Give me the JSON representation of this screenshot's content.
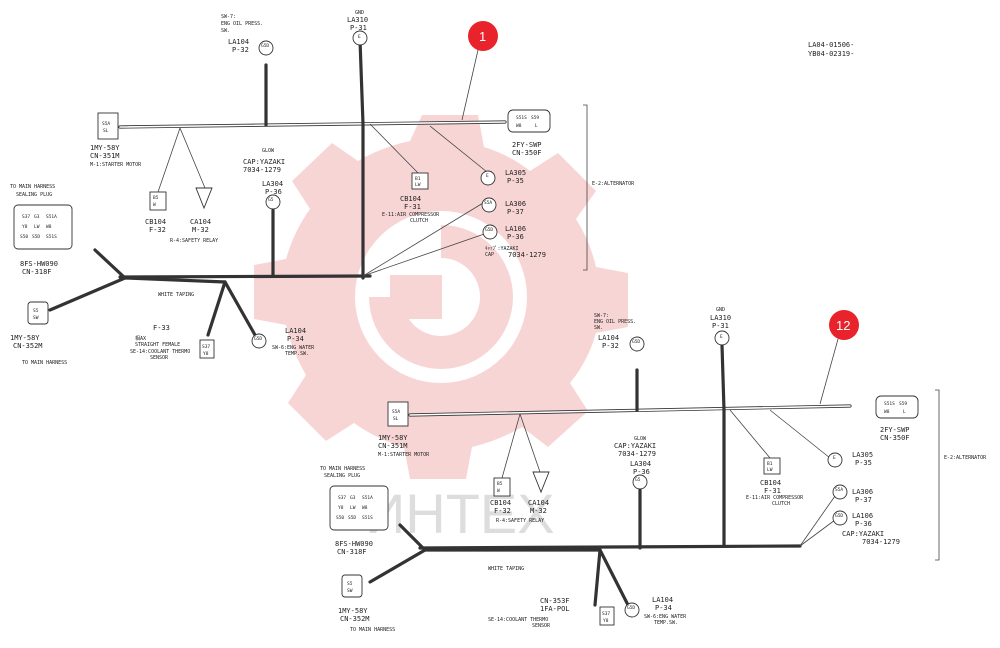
{
  "doc_codes": [
    "LA04-01506-",
    "YB04-02319-"
  ],
  "brand": {
    "watermark": "ИНТЕХ",
    "accent": "#e8232b",
    "gear": "#f3b4b4"
  },
  "badges": [
    "1",
    "12"
  ],
  "top": {
    "sw7": [
      "SW-7:",
      "ENG OIL PRESS.",
      "SW."
    ],
    "la104_p32": [
      "LA104",
      "P-32"
    ],
    "gnd": [
      "GND",
      "LA310",
      "P-31"
    ],
    "cn351": [
      "1MY-58Y",
      "CN-351M",
      "M-1:STARTER MOTOR"
    ],
    "cn350": [
      "2FY-SWP",
      "CN-350F"
    ],
    "glow": [
      "GLOW",
      "CAP:YAZAKI",
      "7034-1279"
    ],
    "la304": [
      "LA304",
      "P-36"
    ],
    "cb104_f31": [
      "CB104",
      "F-31",
      "E-11:AIR COMPRESSOR",
      "CLUTCH"
    ],
    "la305": [
      "LA305",
      "P-35"
    ],
    "la306": [
      "LA306",
      "P-37"
    ],
    "la106": [
      "LA106",
      "P-36"
    ],
    "cap_jp": [
      "ｷｬｯﾌﾟ:YAZAKI",
      "CAP",
      "7034-1279"
    ],
    "e2": "E-2:ALTERNATOR",
    "main_plug": [
      "TO MAIN HARNESS",
      "SEALING PLUG"
    ],
    "cb104_f32": [
      "CB104",
      "F-32"
    ],
    "ca104": [
      "CA104",
      "M-32"
    ],
    "r4": "R-4:SAFETY RELAY",
    "cn318": [
      "8FS-HW090",
      "CN-318F"
    ],
    "white_taping": "WHITE TAPING",
    "cn352": [
      "1MY-58Y",
      "CN-352M"
    ],
    "to_main": "TO MAIN HARNESS",
    "f33": "F-33",
    "se14": [
      "相AX",
      "STRAIGHT FEMALE",
      "SE-14:COOLANT THERMO",
      "SENSOR"
    ],
    "la104_p34": [
      "LA104",
      "P-34",
      "SW-6:ENG WATER",
      "TEMP.SW."
    ]
  },
  "bottom": {
    "sw7": [
      "SW-7:",
      "ENG OIL PRESS.",
      "SW."
    ],
    "la104_p32": [
      "LA104",
      "P-32"
    ],
    "gnd": [
      "GND",
      "LA310",
      "P-31"
    ],
    "cn351": [
      "1MY-58Y",
      "CN-351M",
      "M-1:STARTER MOTOR"
    ],
    "cn350": [
      "2FY-SWP",
      "CN-350F"
    ],
    "glow": [
      "GLOW",
      "CAP:YAZAKI",
      "7034-1279"
    ],
    "la304": [
      "LA304",
      "P-36"
    ],
    "cb104_f31": [
      "CB104",
      "F-31",
      "E-11:AIR COMPRESSOR",
      "CLUTCH"
    ],
    "la305": [
      "LA305",
      "P-35"
    ],
    "la306": [
      "LA306",
      "P-37"
    ],
    "la106": [
      "LA106",
      "P-36"
    ],
    "cap": [
      "CAP:YAZAKI",
      "7034-1279"
    ],
    "e2": "E-2:ALTERNATOR",
    "main_plug": [
      "TO MAIN HARNESS",
      "SEALING PLUG"
    ],
    "cb104_f32": [
      "CB104",
      "F-32"
    ],
    "ca104": [
      "CA104",
      "M-32"
    ],
    "r4": "R-4:SAFETY RELAY",
    "cn318": [
      "8FS-HW090",
      "CN-318F"
    ],
    "white_taping": "WHITE TAPING",
    "cn352": [
      "1MY-58Y",
      "CN-352M"
    ],
    "to_main": "TO MAIN HARNESS",
    "cn353": [
      "CN-353F",
      "1FA-POL"
    ],
    "se14": [
      "SE-14:COOLANT THERMO",
      "SENSOR"
    ],
    "la104_p34": [
      "LA104",
      "P-34",
      "SW-6:ENG WATER",
      "TEMP.SW."
    ]
  },
  "codes": {
    "g5": [
      "G5D",
      "G"
    ],
    "s5a": [
      "S5A"
    ],
    "conn_s5a": [
      "S5A",
      "SL"
    ],
    "alt": [
      "S51S",
      "W8",
      "S59",
      "L"
    ],
    "b5": [
      "B5",
      "W"
    ],
    "relay": [
      "S51A",
      "W4"
    ],
    "g5sw": [
      "G5",
      "SW"
    ],
    "b1": [
      "B1",
      "LW"
    ],
    "e": [
      "E",
      "G5"
    ],
    "s5al": [
      "S5A",
      "SL"
    ],
    "g5d": [
      "G5D",
      "O"
    ],
    "sw": [
      "S5",
      "SW"
    ],
    "pin": [
      "-",
      "S37",
      "G3",
      "S51A",
      "-",
      "Y8",
      "LW",
      "W8",
      "S50",
      "S5D",
      "G5",
      "S51S",
      "O",
      "G6",
      "SL",
      "W8"
    ],
    "g5d2": [
      "G5D",
      "G5"
    ],
    "s37": [
      "S37",
      "Y8"
    ]
  }
}
